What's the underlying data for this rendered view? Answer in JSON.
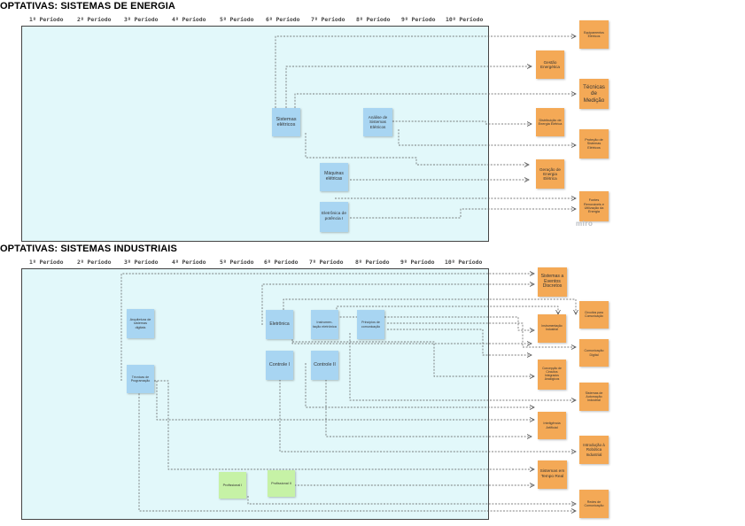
{
  "sections": [
    {
      "id": "energia",
      "title": "OPTATIVAS: SISTEMAS DE ENERGIA",
      "periods": [
        "1º Período",
        "2º Período",
        "3º Período",
        "4º Período",
        "5º Período",
        "6º Período",
        "7º Período",
        "8º Período",
        "9º Período",
        "10º Período"
      ],
      "notes": {
        "sistemas_eletricos": "Sistemas elétricos",
        "analise_sistemas": "Análise de Sistemas Elétricos",
        "maquinas_eletricas": "Máquinas elétricas",
        "eletronica_potencia": "Eletrônica de potência I",
        "equipamentos_eletricos": "Equipamentos Elétricos",
        "gestao_energetica": "Gestão Energética",
        "tecnicas_medicao": "Técnicas de Medição",
        "distribuicao": "Distribuição de Energia Elétrica",
        "protecao": "Proteção de Sistemas Elétricos",
        "geracao": "Geração de Energia Elétrica",
        "fontes_renovaveis": "Fontes Renováveis e Utilização da Energia"
      },
      "watermark": "miro"
    },
    {
      "id": "industriais",
      "title": "OPTATIVAS: SISTEMAS INDUSTRIAIS",
      "periods": [
        "1º Período",
        "2º Período",
        "3º Período",
        "4º Período",
        "5º Período",
        "6º Período",
        "7º Período",
        "8º Período",
        "9º Período",
        "10º Período"
      ],
      "notes": {
        "arquitetura": "Arquitetura de sistemas digitais",
        "tecnicas_programacao": "Técnicas de Programação",
        "eletronica": "Eletrônica",
        "instrumentacao_eletronica": "Instrumen-tação eletrônica",
        "principios_comunicacao": "Princípios de comunicação",
        "controle_1": "Controle I",
        "controle_2": "Controle II",
        "profissional_1": "Profissional I",
        "profissional_2": "Profissional II",
        "sistemas_eventos": "Sistemas a Eventos Discretos",
        "instrumentacao_industrial": "Instrumentação Industrial",
        "circuitos_comunicacao": "Circuitos para Comunicação",
        "comunicacao_digital": "Comunicação Digital",
        "concepcao_circuitos": "Concepção de Circuitos Integrados Analógicos",
        "automacao_industrial": "Sistemas de Automação Industrial",
        "inteligencia_artificial": "Inteligência Artificial",
        "robotica_industrial": "Introdução à Robótica Industrial",
        "tempo_real": "Sistemas em Tempo Real",
        "redes_comunicacao": "Redes de Comunicação"
      }
    }
  ],
  "colors": {
    "board": "#e2f8fa",
    "prerequisite_note": "#a8d5f2",
    "optional_note": "#f4a956",
    "profissional_note": "#c6f2a6",
    "connector": "#555555"
  }
}
